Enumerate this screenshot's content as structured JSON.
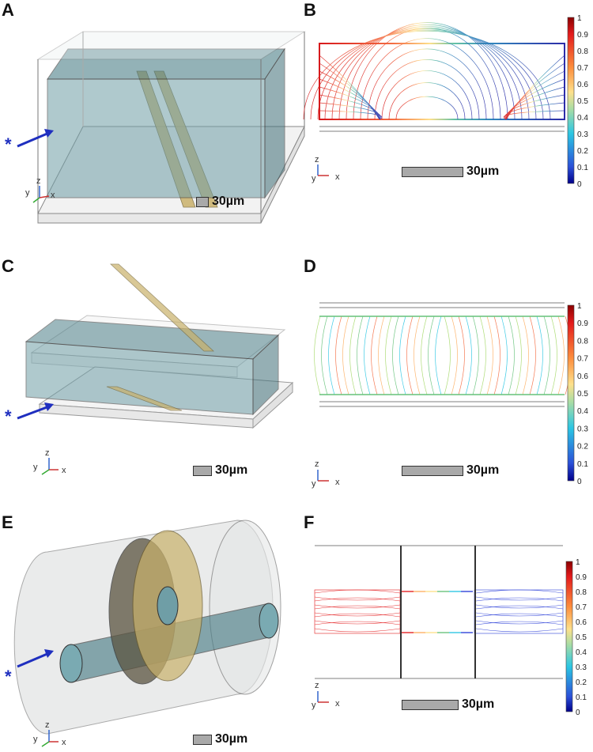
{
  "panels": [
    {
      "letter": "A"
    },
    {
      "letter": "B"
    },
    {
      "letter": "C"
    },
    {
      "letter": "D"
    },
    {
      "letter": "E"
    },
    {
      "letter": "F"
    }
  ],
  "scale_bar": "30µm",
  "arrow_marker": "*",
  "axes": {
    "x": "x",
    "y": "y",
    "z": "z"
  },
  "colorbar_ticks": [
    "1",
    "0.9",
    "0.8",
    "0.7",
    "0.6",
    "0.5",
    "0.4",
    "0.3",
    "0.2",
    "0.1",
    "0"
  ],
  "colors": {
    "fluid": "#5f8f99",
    "electrode": "#c9b16a",
    "arrow": "#1f2fbf",
    "scalebar": "#a9a9a9"
  }
}
